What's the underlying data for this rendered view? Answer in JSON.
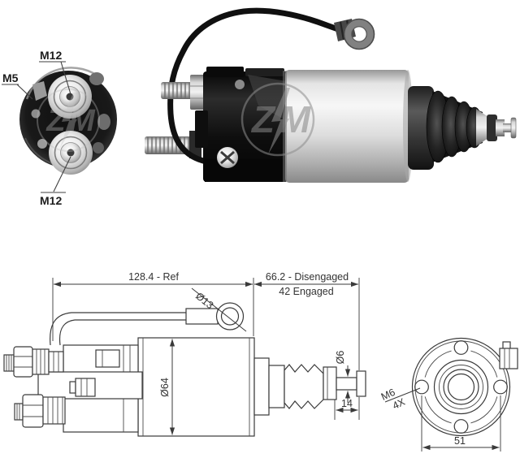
{
  "photo": {
    "callouts": {
      "top_terminal": "M12",
      "side_terminal": "M5",
      "bottom_terminal": "M12"
    },
    "watermark": {
      "letter_z": "Z",
      "letter_m": "M"
    }
  },
  "drawing": {
    "length_ref": "128.4 - Ref",
    "travel_disengaged": "66.2 - Disengaged",
    "travel_engaged": "42 Engaged",
    "eyelet_diameter": "Ø13",
    "body_diameter": "Ø64",
    "rod_diameter": "Ø6",
    "rod_length": "14",
    "mount_hole_thread": "M6",
    "mount_hole_count": "4X",
    "mount_hole_spacing": "51"
  },
  "colors": {
    "background": "#ffffff",
    "drawing_line": "#3a3a3a",
    "label_text": "#1d1d1d",
    "dimension_text": "#333333",
    "watermark_gray": "#8d8d8d",
    "photo_black": "#141414",
    "photo_silver": "#dedede"
  }
}
